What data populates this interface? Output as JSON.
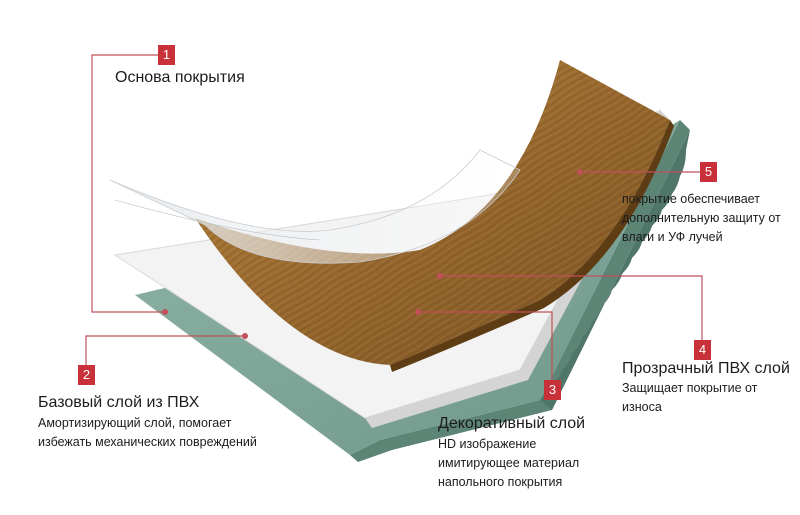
{
  "layers": [
    {
      "number": "1",
      "title": "Основа покрытия",
      "description": ""
    },
    {
      "number": "2",
      "title": "Базовый слой из ПВХ",
      "description": "Амортизирующий слой, помогает избежать механических повреждений"
    },
    {
      "number": "3",
      "title": "Декоративный слой",
      "description": "HD изображение имитирующее материал напольного покрытия"
    },
    {
      "number": "4",
      "title": "Прозрачный ПВХ слой",
      "description": "Защищает покрытие от износа"
    },
    {
      "number": "5",
      "title": "",
      "description": "покрытие обеспечивает дополнительную защиту от влаги и УФ лучей"
    }
  ],
  "colors": {
    "accent": "#c8313a",
    "leader_line": "#c0505a",
    "base_green": "#7fa89a",
    "wood": "#9a6a32",
    "white_layer": "#f4f4f4"
  }
}
